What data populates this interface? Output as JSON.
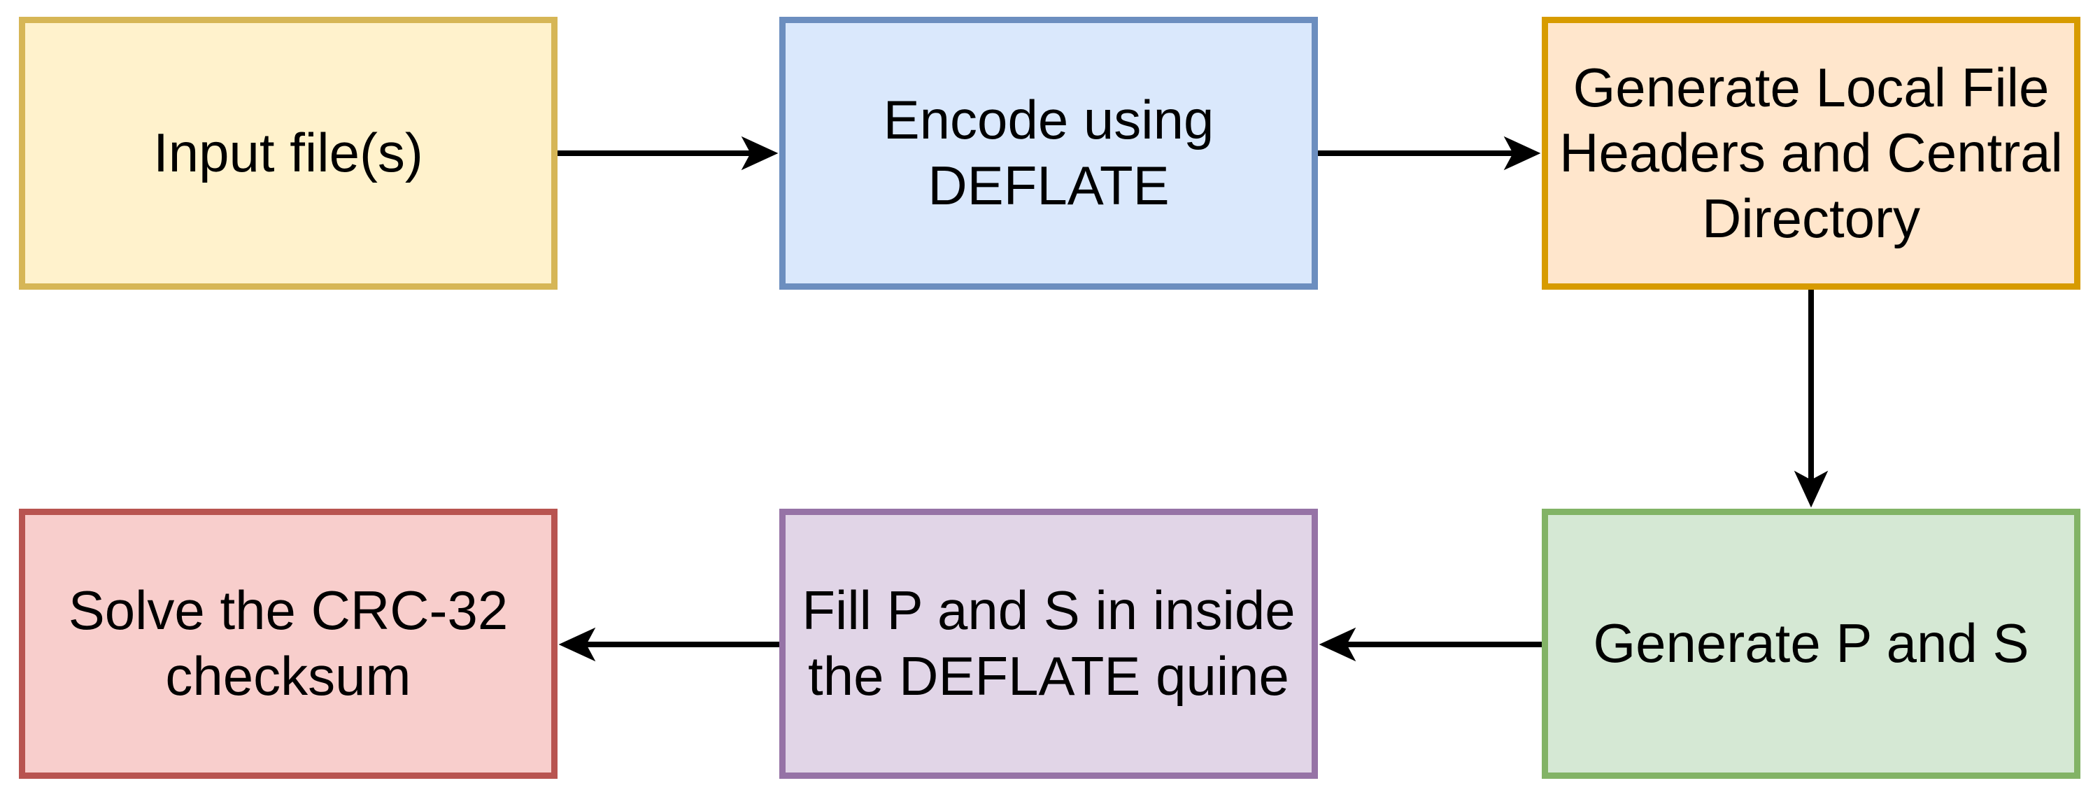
{
  "diagram": {
    "type": "flowchart",
    "background_color": "#ffffff",
    "text_color": "#000000",
    "arrow_color": "#000000",
    "nodes": [
      {
        "id": "input-files",
        "label": "Input file(s)",
        "fill": "#FFF2CC",
        "stroke": "#D6B656"
      },
      {
        "id": "encode-deflate",
        "label": "Encode using\nDEFLATE",
        "fill": "#DAE8FC",
        "stroke": "#6C8EBF"
      },
      {
        "id": "generate-headers",
        "label": "Generate Local File\nHeaders and Central\nDirectory",
        "fill": "#FFE6CC",
        "stroke": "#D79B00"
      },
      {
        "id": "generate-p-and-s",
        "label": "Generate P and S",
        "fill": "#D5E8D4",
        "stroke": "#82B366"
      },
      {
        "id": "fill-p-and-s",
        "label": "Fill P and S in inside\nthe DEFLATE quine",
        "fill": "#E1D5E7",
        "stroke": "#9673A6"
      },
      {
        "id": "solve-crc32",
        "label": "Solve the CRC-32\nchecksum",
        "fill": "#F8CECC",
        "stroke": "#B85450"
      }
    ],
    "edges": [
      {
        "from": "input-files",
        "to": "encode-deflate",
        "direction": "right"
      },
      {
        "from": "encode-deflate",
        "to": "generate-headers",
        "direction": "right"
      },
      {
        "from": "generate-headers",
        "to": "generate-p-and-s",
        "direction": "down"
      },
      {
        "from": "generate-p-and-s",
        "to": "fill-p-and-s",
        "direction": "left"
      },
      {
        "from": "fill-p-and-s",
        "to": "solve-crc32",
        "direction": "left"
      }
    ]
  }
}
